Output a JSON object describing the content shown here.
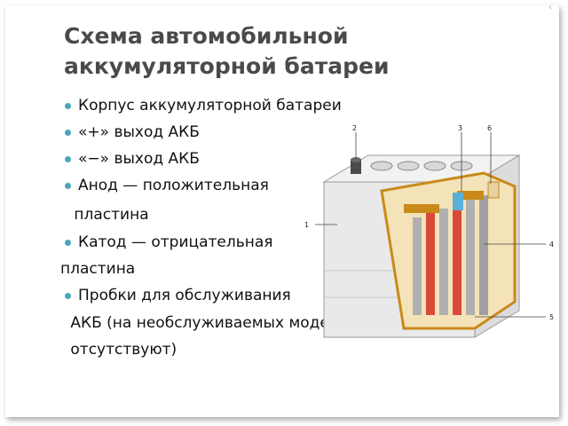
{
  "slide": {
    "title_line1": "Схема автомобильной",
    "title_line2": "аккумуляторной батареи",
    "bullets": [
      {
        "text": "Корпус аккумуляторной батареи"
      },
      {
        "text": "«+» выход АКБ"
      },
      {
        "text": "«−» выход АКБ"
      },
      {
        "text": "Анод — положительная",
        "cont": " пластина"
      },
      {
        "text": "Катод — отрицательная",
        "cont": "пластина"
      },
      {
        "text": "Пробки для обслуживания",
        "cont": " АКБ (на необслуживаемых моделях",
        "cont2": " отсутствуют)"
      }
    ]
  },
  "diagram": {
    "callouts": [
      "1",
      "2",
      "3",
      "6",
      "4",
      "5"
    ]
  },
  "colors": {
    "title": "#4a4a4a",
    "bullet": "#4aa6bd",
    "case_outline": "#c98a1a"
  },
  "corner": "‹"
}
